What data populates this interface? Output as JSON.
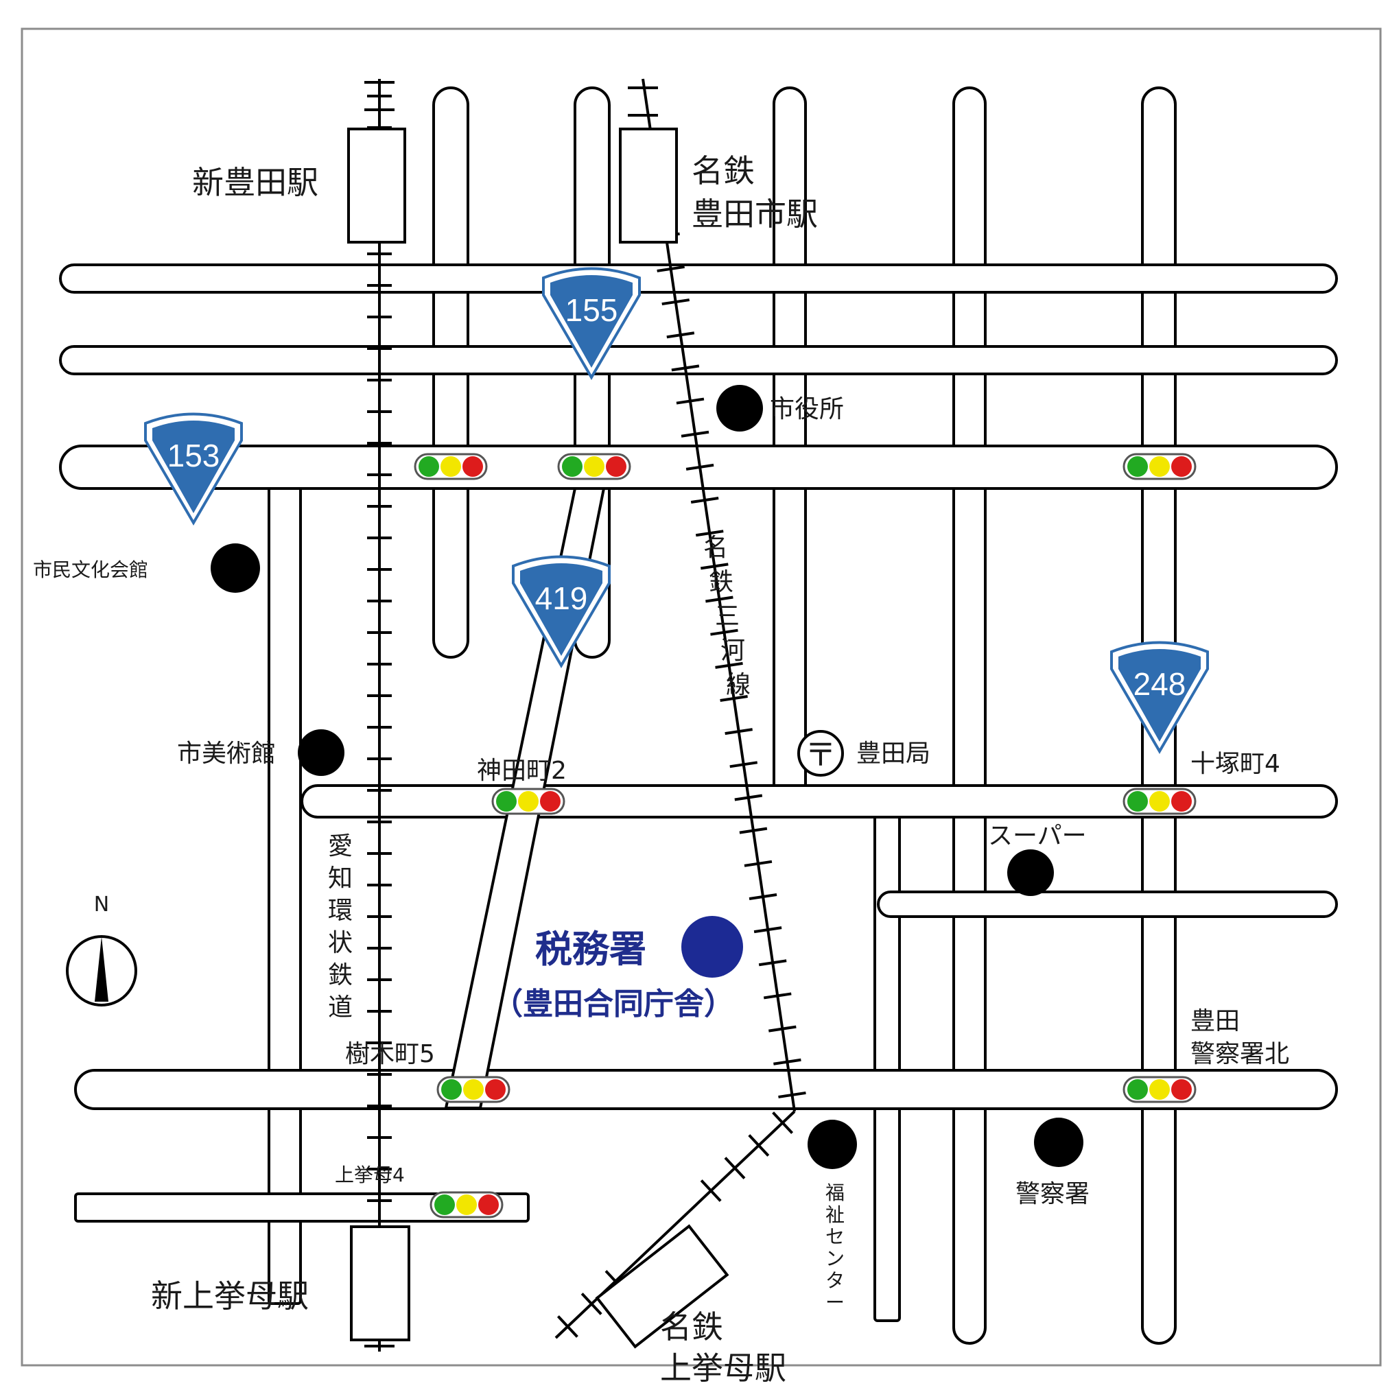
{
  "map": {
    "colors": {
      "shield": "#2f6db0",
      "signal_green": "#22aa22",
      "signal_yellow": "#f2e600",
      "signal_red": "#dd1c1c",
      "landmark": "#000000",
      "tax_office": "#1c2a94",
      "tax_text": "#1f2d8c"
    },
    "stations": {
      "shintoyota": "新豊田駅",
      "meitetsu_toyotashi_1": "名鉄",
      "meitetsu_toyotashi_2": "豊田市駅",
      "shinkoromo": "新上挙母駅",
      "meitetsu_uwagoromo_1": "名鉄",
      "meitetsu_uwagoromo_2": "上挙母駅"
    },
    "railways": {
      "meitetsu_mikawa": [
        "名",
        "鉄",
        "三",
        "河",
        "線"
      ],
      "aichi_loop": [
        "愛",
        "知",
        "環",
        "状",
        "鉄",
        "道"
      ]
    },
    "routes": [
      "155",
      "153",
      "419",
      "248"
    ],
    "landmarks": {
      "city_hall": "市役所",
      "culture_hall": "市民文化会館",
      "art_museum": "市美術館",
      "post_office": "豊田局",
      "supermarket": "スーパー",
      "police": "警察署",
      "welfare_center": [
        "福",
        "祉",
        "セ",
        "ン",
        "タ",
        "ー"
      ]
    },
    "intersections": {
      "kandacho2": "神田町2",
      "jutsukacho4": "十塚町4",
      "kikicho5": "樹木町5",
      "uwagoromo4": "上挙母4",
      "police_north_1": "豊田",
      "police_north_2": "警察署北"
    },
    "tax_office": {
      "name": "税務署",
      "subtitle": "（豊田合同庁舎）"
    },
    "compass": {
      "label": "N"
    },
    "post_symbol": "〒"
  }
}
